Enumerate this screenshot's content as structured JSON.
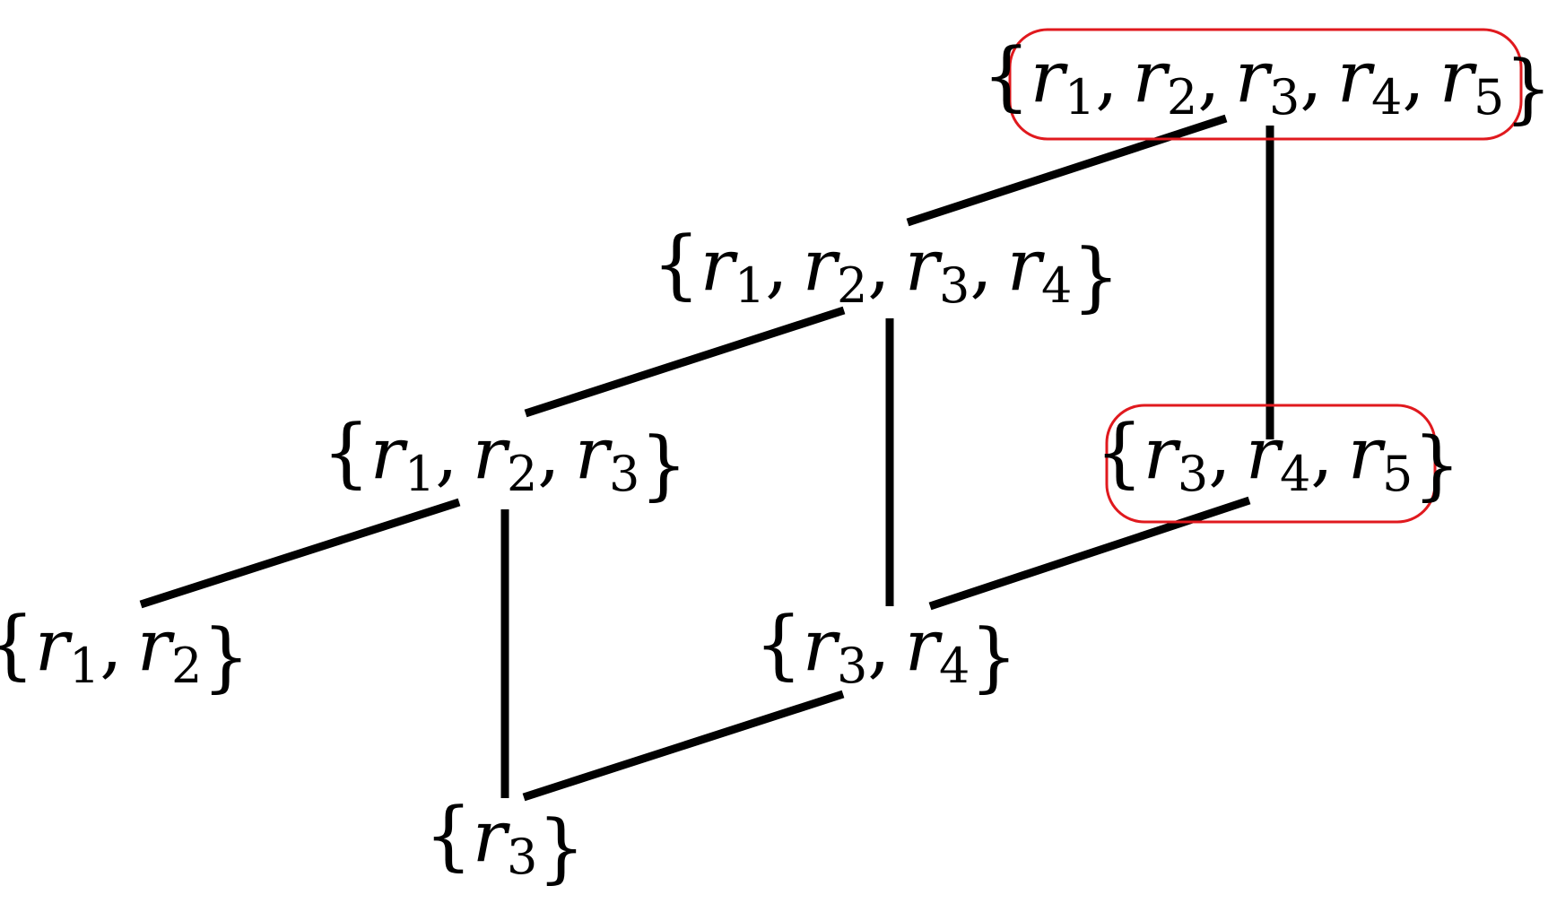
{
  "diagram": {
    "colors": {
      "edge": "#000000",
      "highlight": "#e0191e",
      "background": "#ffffff"
    },
    "nodes": [
      {
        "id": "r12345",
        "elements": [
          "1",
          "2",
          "3",
          "4",
          "5"
        ],
        "highlighted": true
      },
      {
        "id": "r1234",
        "elements": [
          "1",
          "2",
          "3",
          "4"
        ],
        "highlighted": false
      },
      {
        "id": "r123",
        "elements": [
          "1",
          "2",
          "3"
        ],
        "highlighted": false
      },
      {
        "id": "r345",
        "elements": [
          "3",
          "4",
          "5"
        ],
        "highlighted": true
      },
      {
        "id": "r12",
        "elements": [
          "1",
          "2"
        ],
        "highlighted": false
      },
      {
        "id": "r34",
        "elements": [
          "3",
          "4"
        ],
        "highlighted": false
      },
      {
        "id": "r3",
        "elements": [
          "3"
        ],
        "highlighted": false
      }
    ],
    "variable": "r",
    "open_brace": "{",
    "close_brace": "}",
    "separator": ",",
    "edges": [
      {
        "from": "r1234",
        "to": "r12345"
      },
      {
        "from": "r345",
        "to": "r12345"
      },
      {
        "from": "r123",
        "to": "r1234"
      },
      {
        "from": "r34",
        "to": "r1234"
      },
      {
        "from": "r12",
        "to": "r123"
      },
      {
        "from": "r3",
        "to": "r123"
      },
      {
        "from": "r34",
        "to": "r345"
      },
      {
        "from": "r3",
        "to": "r34"
      }
    ]
  }
}
